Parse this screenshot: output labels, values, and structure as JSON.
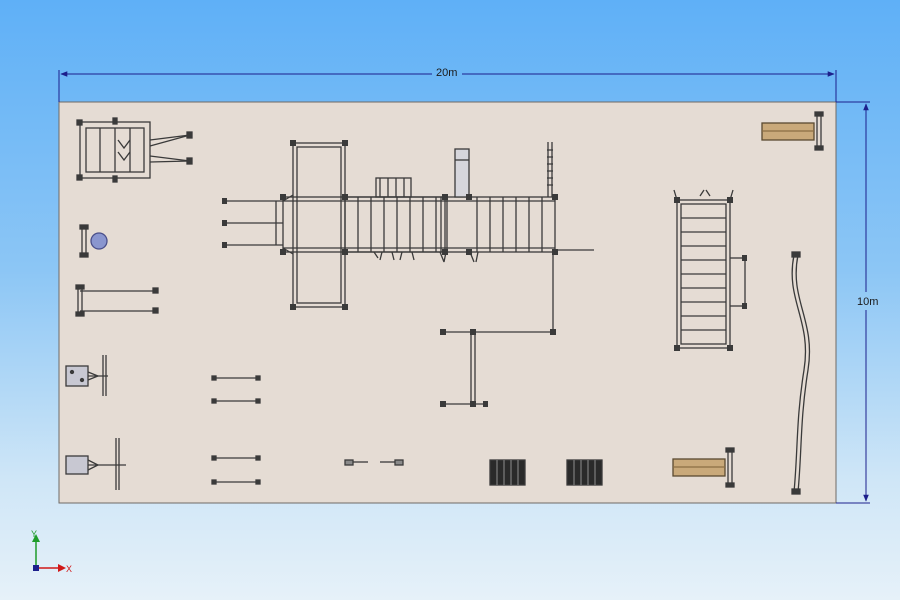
{
  "dimensions": {
    "width_label": "20m",
    "height_label": "10m"
  },
  "axes": {
    "x_label": "X",
    "y_label": "Y"
  },
  "colors": {
    "ground": "#e5dcd4",
    "ground_border": "#6f6a66",
    "line": "#3a3a3a",
    "dimension_line": "#1c1f8c",
    "axis_x": "#d01818",
    "axis_y": "#1e9c2a",
    "axis_z": "#1c1f8c",
    "wood": "#c9a97a",
    "disk": "#8a96cf"
  }
}
